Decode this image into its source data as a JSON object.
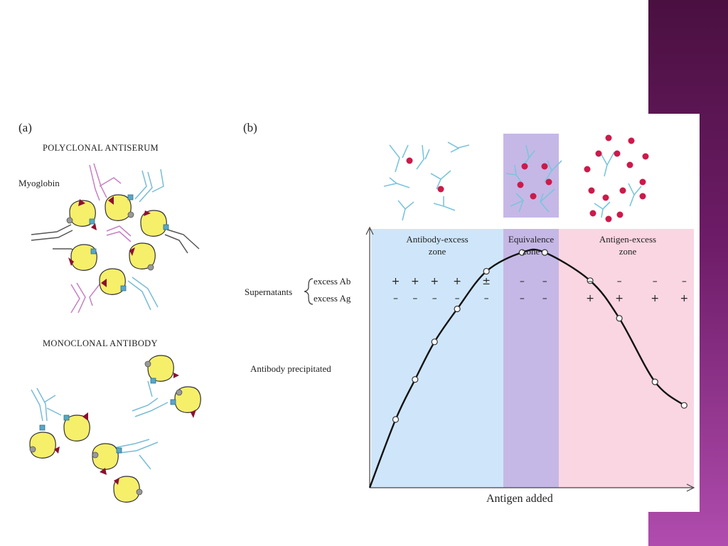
{
  "panel_a": {
    "label": "(a)",
    "polyclonal_heading": "POLYCLONAL ANTISERUM",
    "myoglobin_label": "Myoglobin",
    "monoclonal_heading": "MONOCLONAL ANTIBODY"
  },
  "panel_b": {
    "label": "(b)",
    "zones": [
      {
        "line1": "Antibody-excess",
        "line2": "zone",
        "color": "#cfe6fa"
      },
      {
        "line1": "Equivalence",
        "line2": "zone",
        "color": "#c5b8e6"
      },
      {
        "line1": "Antigen-excess",
        "line2": "zone",
        "color": "#fad6e2"
      }
    ],
    "supernatants_label": "Supernatants",
    "excess_ab_label": "excess Ab",
    "excess_ag_label": "excess Ag",
    "excess_ab_signs": [
      "+",
      "+",
      "+",
      "+",
      "±",
      "–",
      "–",
      "–",
      "–",
      "–",
      "–"
    ],
    "excess_ag_signs": [
      "–",
      "–",
      "–",
      "–",
      "–",
      "–",
      "–",
      "+",
      "+",
      "+",
      "+"
    ],
    "ylabel": "Antibody precipitated",
    "xlabel": "Antigen added"
  },
  "chart_data": {
    "type": "line",
    "xlabel": "Antigen added",
    "ylabel": "Antibody precipitated",
    "x": [
      0.08,
      0.14,
      0.2,
      0.27,
      0.36,
      0.47,
      0.54,
      0.68,
      0.77,
      0.88,
      0.97
    ],
    "series": [
      {
        "values": [
          0.29,
          0.46,
          0.62,
          0.76,
          0.92,
          1.0,
          1.0,
          0.88,
          0.72,
          0.45,
          0.35
        ]
      }
    ],
    "xlim": [
      0,
      1
    ],
    "ylim": [
      0,
      1.1
    ],
    "grid": false
  },
  "colors": {
    "antigen_yellow": "#f6ef6a",
    "antibody_blue": "#7cc5dc",
    "antibody_pink": "#d49ad0",
    "epitope_red": "#8b1030",
    "antigen_dot": "#cc1a4a",
    "band_purple": "#6e1c68"
  }
}
